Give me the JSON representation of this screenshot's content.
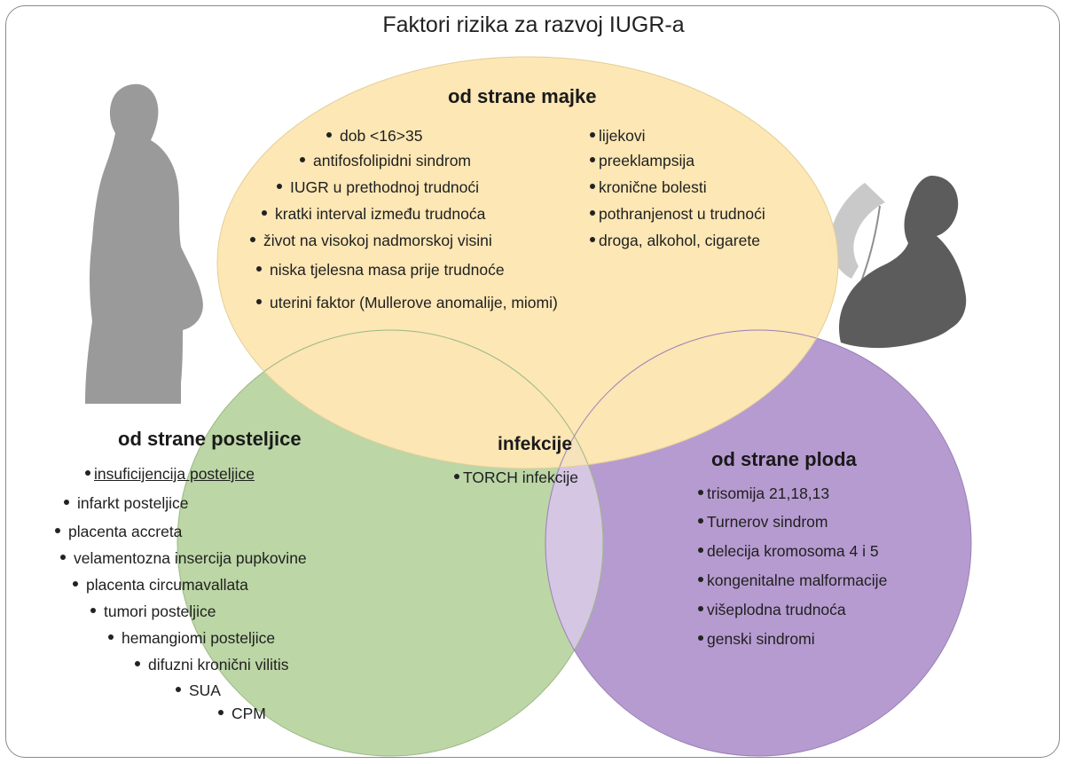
{
  "title": "Faktori rizika za razvoj IUGR-a",
  "colors": {
    "maternal": "#fbe6b4",
    "placental": "#bcd6a6",
    "fetal": "#b69bd0",
    "overlap": "#d5c6e4",
    "silhouette": "#9a9a9a"
  },
  "maternal": {
    "heading": "od strane majke",
    "items_left": [
      "dob <16>35",
      "antifosfolipidni sindrom",
      "IUGR u prethodnoj trudnoći",
      "kratki interval između trudnoća",
      "život na visokoj nadmorskoj visini",
      "niska tjelesna masa prije trudnoće",
      "uterini faktor (Mullerove anomalije, miomi)"
    ],
    "items_right": [
      "lijekovi",
      "preeklampsija",
      "kronične bolesti",
      "pothranjenost u trudnoći",
      "droga, alkohol, cigarete"
    ]
  },
  "placental": {
    "heading": "od strane posteljice",
    "items": [
      "insuficijencija posteljice",
      "infarkt posteljice",
      "placenta accreta",
      "velamentozna insercija pupkovine",
      "placenta circumavallata",
      "tumori posteljice",
      "hemangiomi posteljice",
      "difuzni kronični vilitis",
      "SUA",
      "CPM"
    ]
  },
  "fetal": {
    "heading": "od strane ploda",
    "items": [
      "trisomija 21,18,13",
      "Turnerov sindrom",
      "delecija kromosoma 4 i 5",
      "kongenitalne malformacije",
      "višeplodna trudnoća",
      "genski sindromi"
    ]
  },
  "infection": {
    "heading": "infekcije",
    "items": [
      "TORCH infekcije"
    ]
  },
  "icons": {
    "pregnant_woman": "pregnant-woman-silhouette-icon",
    "child": "malnourished-child-silhouette-icon"
  }
}
